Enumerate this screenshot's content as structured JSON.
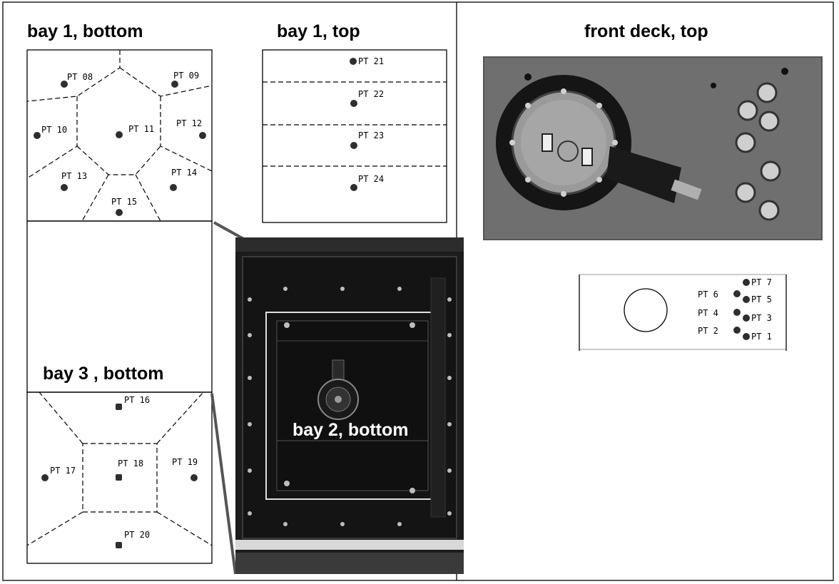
{
  "labels": {
    "bay1_bottom": "bay 1, bottom",
    "bay1_top": "bay 1, top",
    "front_deck_top": "front deck, top",
    "bay3_bottom": "bay 3 , bottom",
    "bay2_bottom": "bay 2, bottom"
  },
  "sensors": {
    "bay1_bottom": [
      "PT 08",
      "PT 09",
      "PT 10",
      "PT 11",
      "PT 12",
      "PT 13",
      "PT 14",
      "PT 15"
    ],
    "bay1_top": [
      "PT 21",
      "PT 22",
      "PT 23",
      "PT 24"
    ],
    "bay3_bottom": [
      "PT 16",
      "PT 17",
      "PT 18",
      "PT 19",
      "PT 20"
    ],
    "front_deck": [
      "PT 7",
      "PT 6",
      "PT 5",
      "PT 4",
      "PT 3",
      "PT 2",
      "PT 1"
    ]
  },
  "colors": {
    "line": "#000000",
    "dot": "#2e2e2e",
    "photo_plate": "#1a1a1a"
  }
}
